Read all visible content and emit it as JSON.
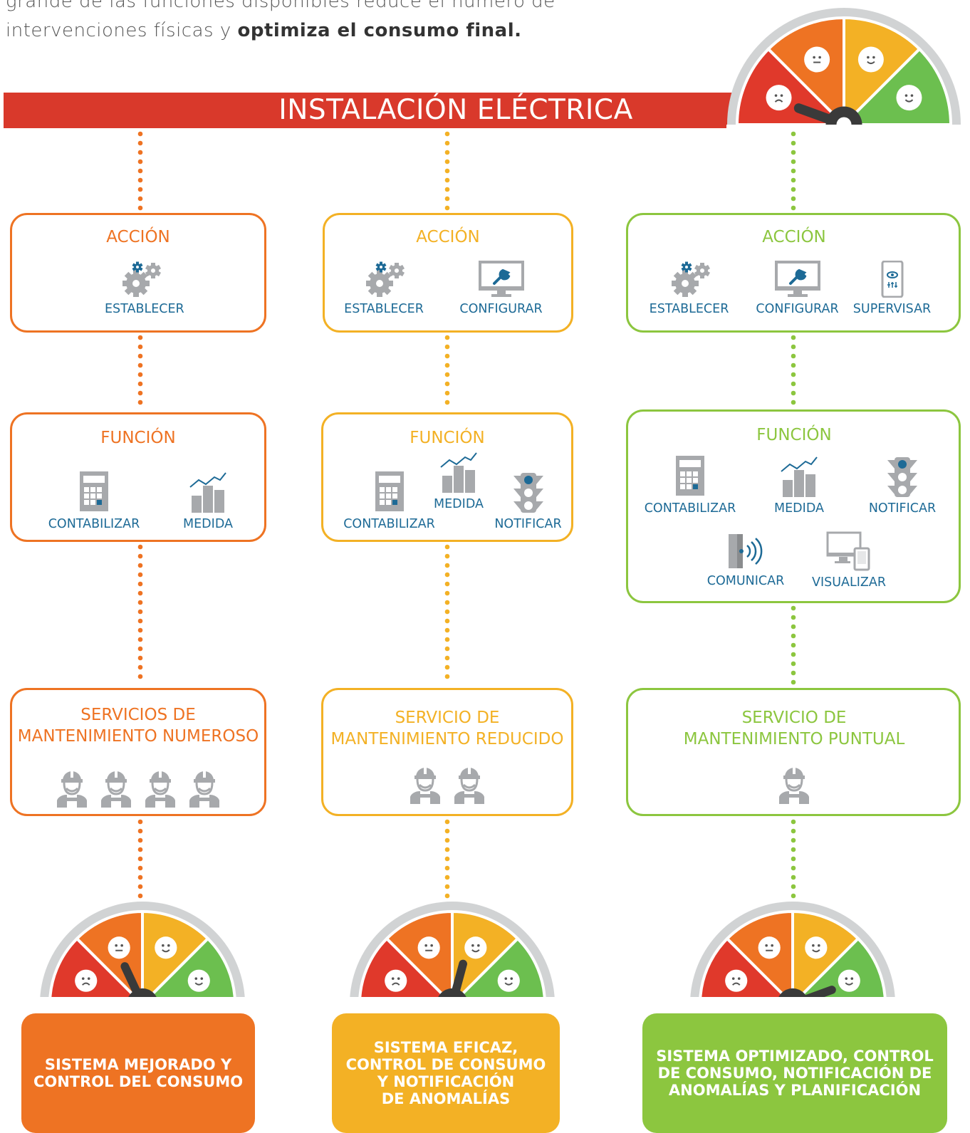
{
  "intro": {
    "line1": "grande de las funciones disponibles reduce el número de",
    "line2_prefix": "intervenciones físicas y ",
    "line2_bold": "optimiza el consumo final."
  },
  "banner": {
    "title": "INSTALACIÓN ELÉCTRICA"
  },
  "colors": {
    "orange": "#ee7323",
    "yellow": "#f3b125",
    "green": "#8cc63f",
    "red": "#d9392b",
    "blue_label": "#1d6a96"
  },
  "columns": [
    {
      "color": "orange",
      "accion": {
        "title": "ACCIÓN",
        "items": [
          {
            "icon": "gears-icon",
            "label": "ESTABLECER"
          }
        ]
      },
      "funcion": {
        "title": "FUNCIÓN",
        "items": [
          {
            "icon": "calculator-icon",
            "label": "CONTABILIZAR"
          },
          {
            "icon": "bar-chart-icon",
            "label": "MEDIDA"
          }
        ]
      },
      "servicio": {
        "title_line1": "SERVICIOS DE",
        "title_line2": "MANTENIMIENTO NUMEROSO",
        "workers": 4
      },
      "result": "SISTEMA MEJORADO Y\nCONTROL DEL CONSUMO",
      "gauge_level": "middle-low"
    },
    {
      "color": "yellow",
      "accion": {
        "title": "ACCIÓN",
        "items": [
          {
            "icon": "gears-icon",
            "label": "ESTABLECER"
          },
          {
            "icon": "monitor-wrench-icon",
            "label": "CONFIGURAR"
          }
        ]
      },
      "funcion": {
        "title": "FUNCIÓN",
        "items": [
          {
            "icon": "calculator-icon",
            "label": "CONTABILIZAR"
          },
          {
            "icon": "bar-chart-icon",
            "label": "MEDIDA"
          },
          {
            "icon": "traffic-light-icon",
            "label": "NOTIFICAR"
          }
        ]
      },
      "servicio": {
        "title_line1": "SERVICIO DE",
        "title_line2": "MANTENIMIENTO REDUCIDO",
        "workers": 2
      },
      "result": "SISTEMA EFICAZ,\nCONTROL DE CONSUMO\nY NOTIFICACIÓN\nDE ANOMALÍAS",
      "gauge_level": "middle-high"
    },
    {
      "color": "green",
      "accion": {
        "title": "ACCIÓN",
        "items": [
          {
            "icon": "gears-icon",
            "label": "ESTABLECER"
          },
          {
            "icon": "monitor-wrench-icon",
            "label": "CONFIGURAR"
          },
          {
            "icon": "tablet-eye-icon",
            "label": "SUPERVISAR"
          }
        ]
      },
      "funcion": {
        "title": "FUNCIÓN",
        "items": [
          {
            "icon": "calculator-icon",
            "label": "CONTABILIZAR"
          },
          {
            "icon": "bar-chart-icon",
            "label": "MEDIDA"
          },
          {
            "icon": "traffic-light-icon",
            "label": "NOTIFICAR"
          },
          {
            "icon": "signal-icon",
            "label": "COMUNICAR"
          },
          {
            "icon": "devices-icon",
            "label": "VISUALIZAR"
          }
        ]
      },
      "servicio": {
        "title_line1": "SERVICIO DE",
        "title_line2": "MANTENIMIENTO PUNTUAL",
        "workers": 1
      },
      "result": "SISTEMA OPTIMIZADO, CONTROL\nDE CONSUMO, NOTIFICACIÓN DE\nANOMALÍAS Y PLANIFICACIÓN",
      "gauge_level": "high"
    }
  ]
}
